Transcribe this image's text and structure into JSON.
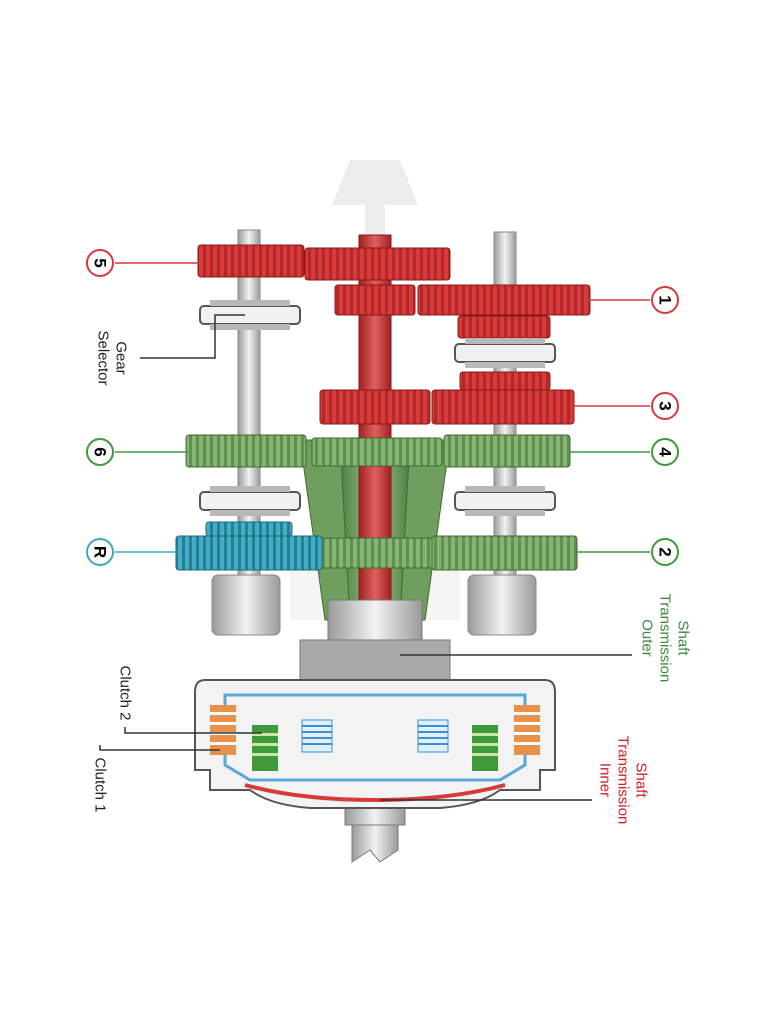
{
  "labels": {
    "clutch1": "Clutch 1",
    "clutch2": "Clutch 2",
    "gear_selector_1": "Gear",
    "gear_selector_2": "Selector",
    "outer_shaft_1": "Outer",
    "outer_shaft_2": "Transmission",
    "outer_shaft_3": "Shaft",
    "inner_shaft_1": "Inner",
    "inner_shaft_2": "Transmission",
    "inner_shaft_3": "Shaft"
  },
  "gear_markers": {
    "g5": "5",
    "g6": "6",
    "gR": "R",
    "g1": "1",
    "g3": "3",
    "g4": "4",
    "g2": "2"
  },
  "colors": {
    "red": "#d63a3a",
    "red_dark": "#a81e1e",
    "green": "#7fae6a",
    "green_dark": "#4f7f41",
    "teal": "#3fa8bf",
    "blue_line": "#5aa8d8",
    "gray": "#c8c8c8",
    "label_green": "#3d8a3d",
    "label_red": "#cc2222"
  }
}
